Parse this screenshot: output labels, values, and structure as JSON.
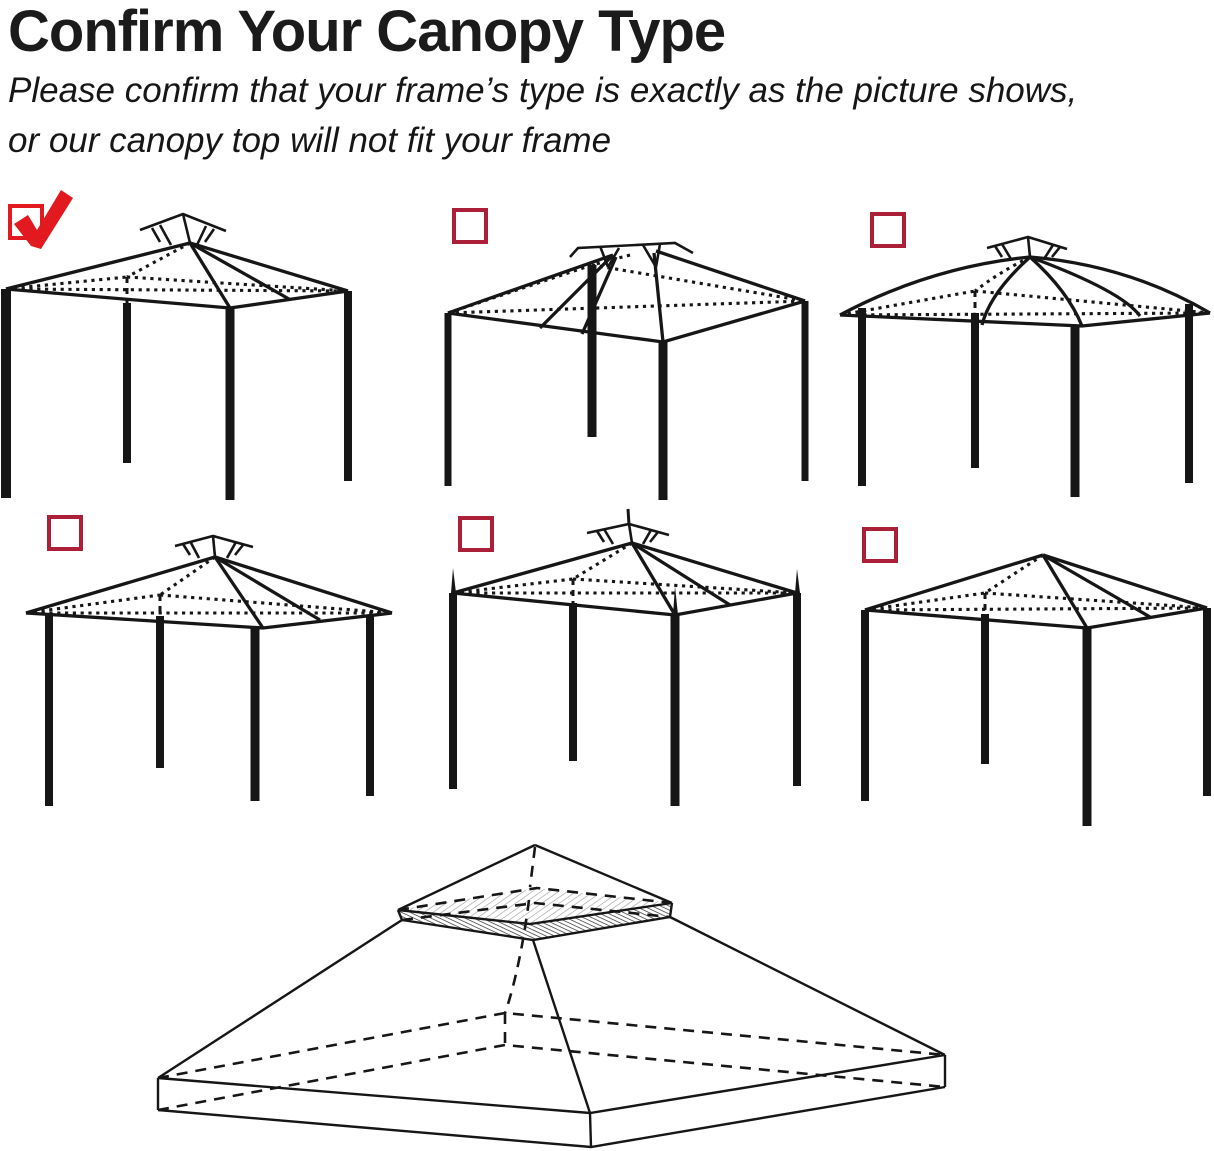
{
  "header": {
    "title": "Confirm Your Canopy Type",
    "subtitle_line1": "Please confirm that your frame’s type is exactly as the picture shows,",
    "subtitle_line2": "or our canopy top will not fit your frame"
  },
  "colors": {
    "check_red": "#e2191f",
    "box_red": "#ab2038",
    "line_black": "#161616"
  },
  "canopies": [
    {
      "checked": true
    },
    {
      "checked": false
    },
    {
      "checked": false
    },
    {
      "checked": false
    },
    {
      "checked": false
    },
    {
      "checked": false
    }
  ]
}
